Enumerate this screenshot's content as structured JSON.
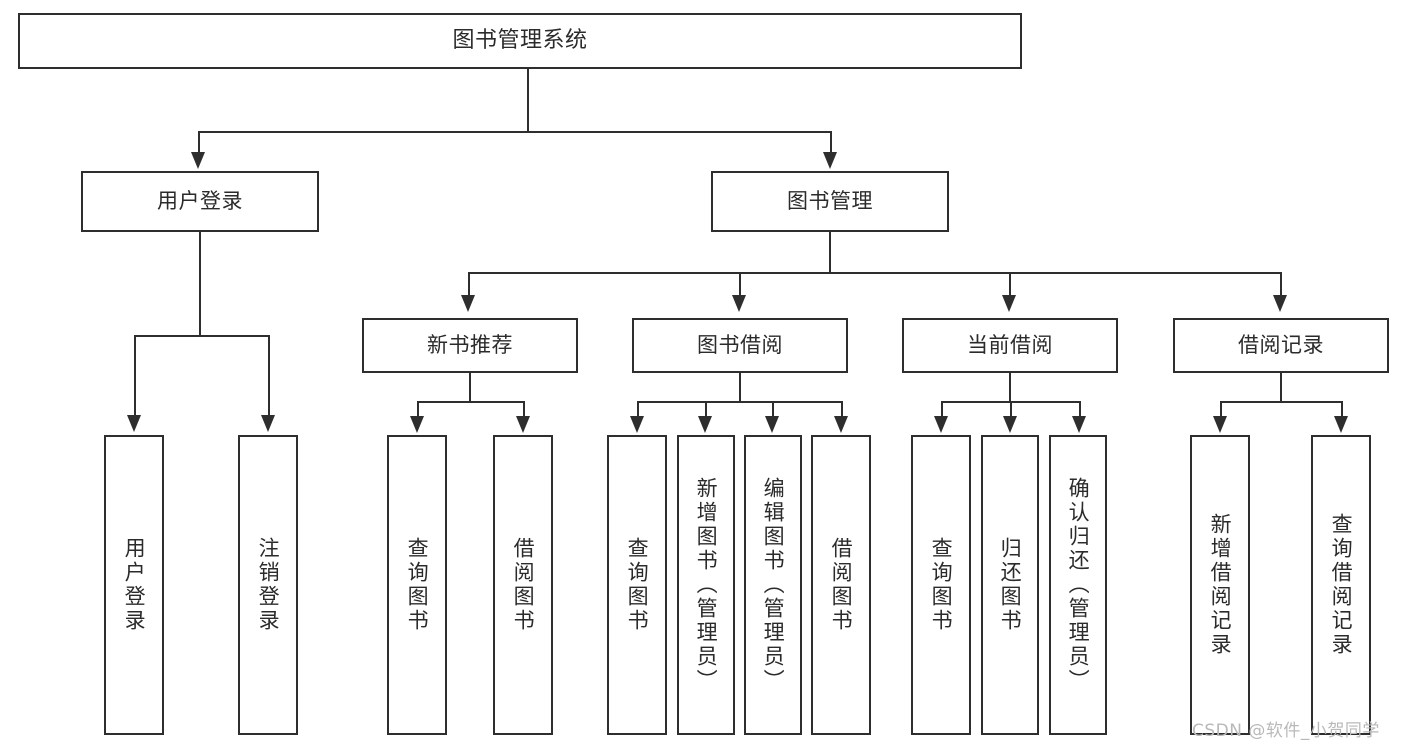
{
  "diagram": {
    "title": "图书管理系统",
    "type": "tree-hierarchy-diagram",
    "watermark": "CSDN @软件_小贺同学",
    "colors": {
      "stroke": "#2e2e2e",
      "fill": "#ffffff",
      "text": "#2b2b2b",
      "watermark": "#b9b9b9"
    }
  },
  "nodes": {
    "root": {
      "label": "图书管理系统"
    },
    "level2": [
      {
        "id": "user-login",
        "label": "用户登录"
      },
      {
        "id": "book-management",
        "label": "图书管理"
      }
    ],
    "level3": [
      {
        "id": "new-book-recommend",
        "label": "新书推荐"
      },
      {
        "id": "book-borrow",
        "label": "图书借阅"
      },
      {
        "id": "current-borrow",
        "label": "当前借阅"
      },
      {
        "id": "borrow-record",
        "label": "借阅记录"
      }
    ],
    "leaves": {
      "user_login": [
        {
          "id": "leaf-user-login",
          "label": "用户登录"
        },
        {
          "id": "leaf-logout-login",
          "label": "注销登录"
        }
      ],
      "new_book_recommend": [
        {
          "id": "leaf-query-book-1",
          "label": "查询图书"
        },
        {
          "id": "leaf-borrow-book-1",
          "label": "借阅图书"
        }
      ],
      "book_borrow": [
        {
          "id": "leaf-query-book-2",
          "label": "查询图书"
        },
        {
          "id": "leaf-add-book",
          "label": "新增图书（管理员）"
        },
        {
          "id": "leaf-edit-book",
          "label": "编辑图书（管理员）"
        },
        {
          "id": "leaf-borrow-book-2",
          "label": "借阅图书"
        }
      ],
      "current_borrow": [
        {
          "id": "leaf-query-book-3",
          "label": "查询图书"
        },
        {
          "id": "leaf-return-book",
          "label": "归还图书"
        },
        {
          "id": "leaf-confirm-return",
          "label": "确认归还（管理员）"
        }
      ],
      "borrow_record": [
        {
          "id": "leaf-add-record",
          "label": "新增借阅记录"
        },
        {
          "id": "leaf-query-record",
          "label": "查询借阅记录"
        }
      ]
    }
  }
}
